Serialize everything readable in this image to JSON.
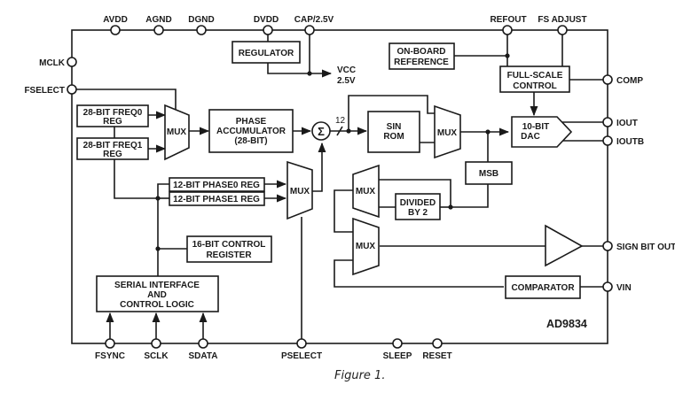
{
  "figure": {
    "part_number": "AD9834",
    "caption": "Figure 1."
  },
  "pins": {
    "top": [
      "AVDD",
      "AGND",
      "DGND",
      "DVDD",
      "CAP/2.5V",
      "REFOUT",
      "FS ADJUST"
    ],
    "left": [
      "MCLK",
      "FSELECT"
    ],
    "right": [
      "COMP",
      "IOUT",
      "IOUTB",
      "SIGN BIT OUT",
      "VIN"
    ],
    "bottom": [
      "FSYNC",
      "SCLK",
      "SDATA",
      "PSELECT",
      "SLEEP",
      "RESET"
    ]
  },
  "blocks": {
    "regulator": "REGULATOR",
    "vcc": [
      "VCC",
      "2.5V"
    ],
    "onboard_reference": [
      "ON-BOARD",
      "REFERENCE"
    ],
    "full_scale_control": [
      "FULL-SCALE",
      "CONTROL"
    ],
    "freq0_reg": [
      "28-BIT FREQ0",
      "REG"
    ],
    "freq1_reg": [
      "28-BIT FREQ1",
      "REG"
    ],
    "mux": "MUX",
    "phase_accumulator": [
      "PHASE",
      "ACCUMULATOR",
      "(28-BIT)"
    ],
    "sum_symbol": "Σ",
    "bus_width": "12",
    "sin_rom": [
      "SIN",
      "ROM"
    ],
    "dac": [
      "10-BIT",
      "DAC"
    ],
    "msb": "MSB",
    "divided_by_2": [
      "DIVIDED",
      "BY 2"
    ],
    "phase0_reg": "12-BIT PHASE0 REG",
    "phase1_reg": "12-BIT PHASE1 REG",
    "control_register": [
      "16-BIT CONTROL",
      "REGISTER"
    ],
    "serial_interface": [
      "SERIAL INTERFACE",
      "AND",
      "CONTROL LOGIC"
    ],
    "comparator": "COMPARATOR"
  }
}
